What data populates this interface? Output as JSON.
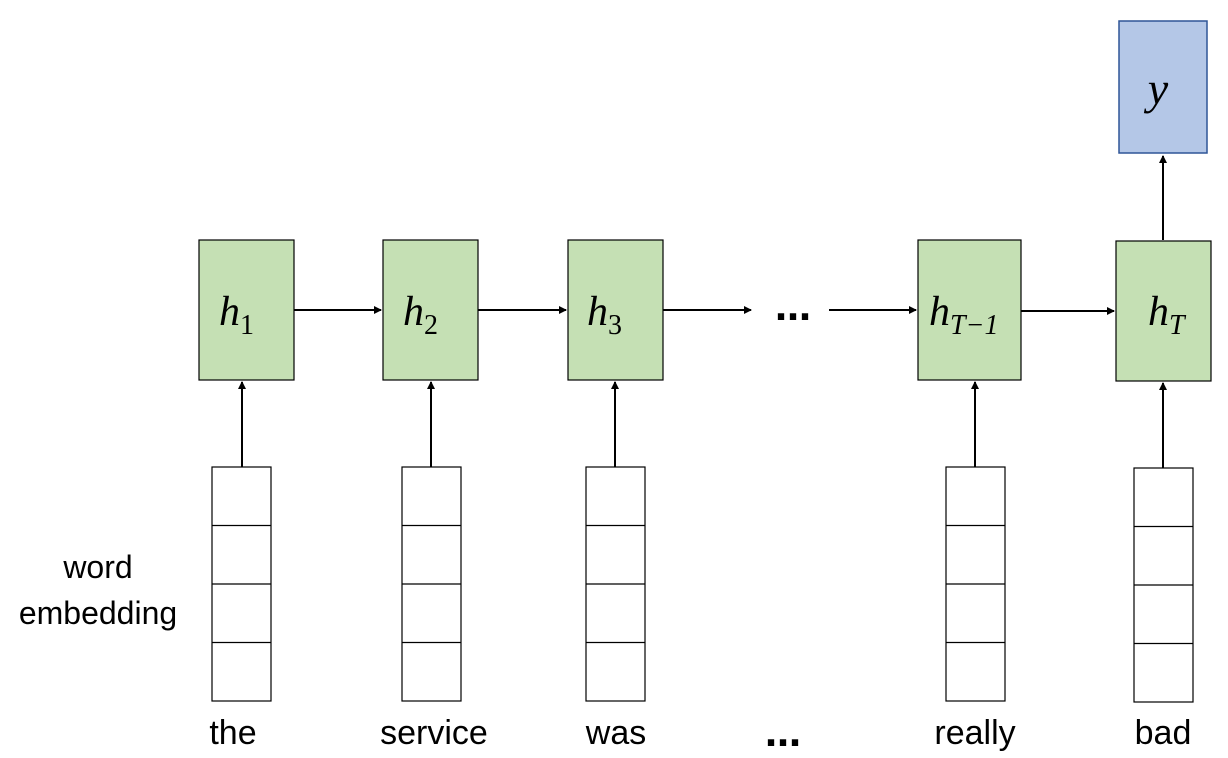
{
  "side_label": [
    "word",
    "embedding"
  ],
  "words": [
    "the",
    "service",
    "was",
    "…",
    "really",
    "bad"
  ],
  "hidden_states": [
    {
      "base": "h",
      "sub": "1"
    },
    {
      "base": "h",
      "sub": "2"
    },
    {
      "base": "h",
      "sub": "3"
    },
    {
      "base": "h",
      "sub": "T−1"
    },
    {
      "base": "h",
      "sub": "T"
    }
  ],
  "ellipsis": "…",
  "output_label": "y",
  "colors": {
    "hidden_fill": "#c5e0b4",
    "output_fill": "#b4c7e7",
    "output_border": "#2f5597",
    "stroke": "#000000"
  }
}
